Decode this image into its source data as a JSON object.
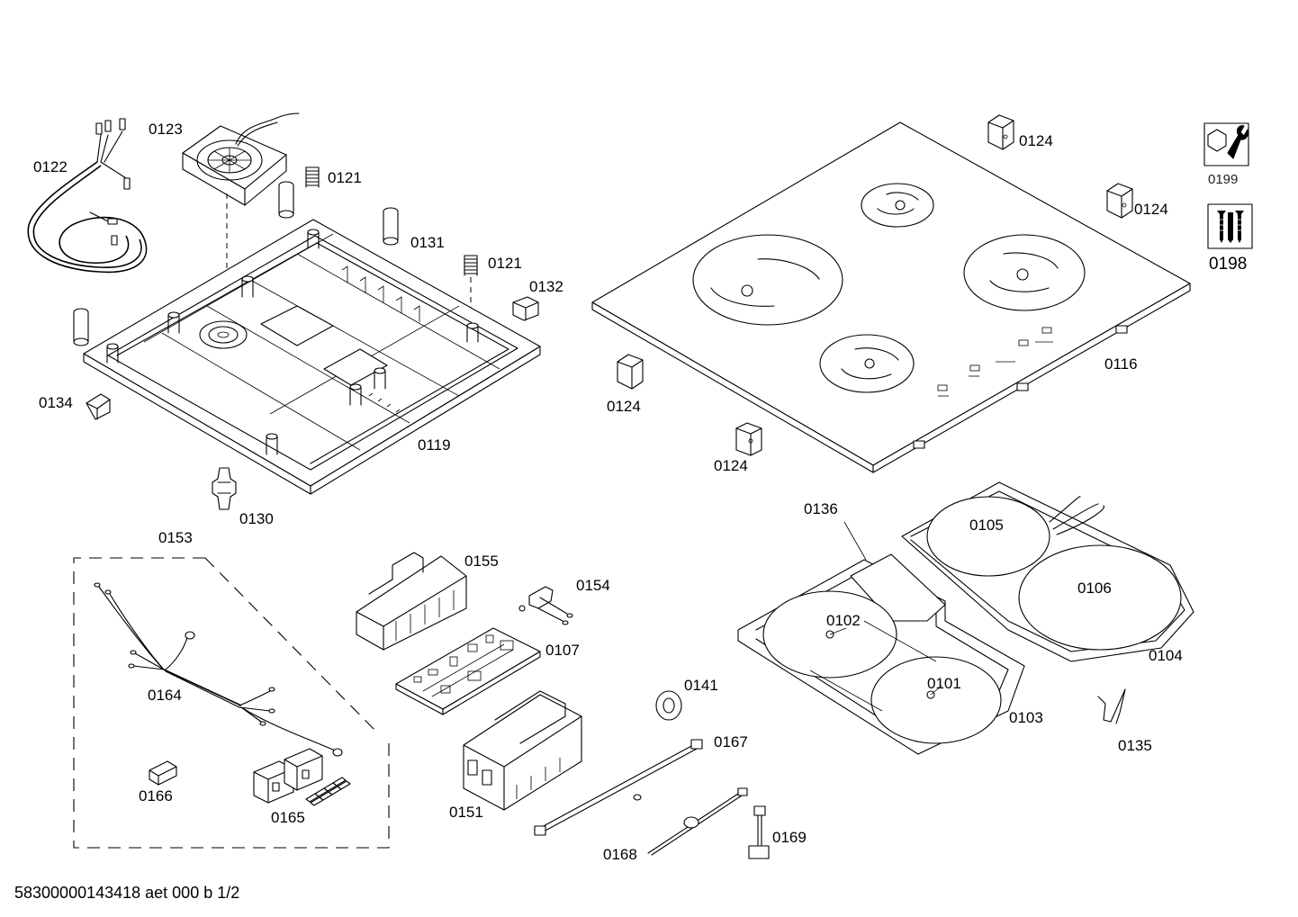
{
  "diagram": {
    "footer": "58300000143418 aet 000 b 1/2",
    "labels": {
      "p0122": "0122",
      "p0123": "0123",
      "p0121a": "0121",
      "p0121b": "0121",
      "p0131": "0131",
      "p0132": "0132",
      "p0134": "0134",
      "p0119": "0119",
      "p0130": "0130",
      "p0124a": "0124",
      "p0124b": "0124",
      "p0124c": "0124",
      "p0124d": "0124",
      "p0116": "0116",
      "p0199": "0199",
      "p0198": "0198",
      "p0153": "0153",
      "p0164": "0164",
      "p0166": "0166",
      "p0165": "0165",
      "p0155": "0155",
      "p0154": "0154",
      "p0107": "0107",
      "p0151": "0151",
      "p0141": "0141",
      "p0167": "0167",
      "p0168": "0168",
      "p0169": "0169",
      "p0136": "0136",
      "p0105": "0105",
      "p0106": "0106",
      "p0104": "0104",
      "p0102": "0102",
      "p0101": "0101",
      "p0103": "0103",
      "p0135": "0135"
    }
  }
}
